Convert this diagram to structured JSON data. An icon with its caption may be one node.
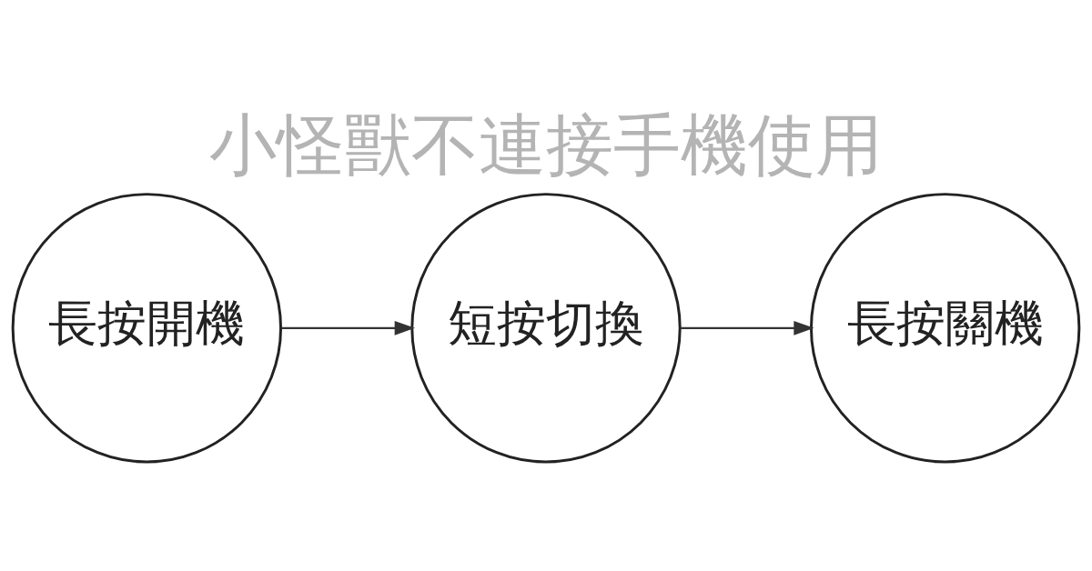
{
  "diagram": {
    "title": "小怪獸不連接手機使用",
    "nodes": [
      {
        "text": [
          "長按開機"
        ]
      },
      {
        "text": [
          "短按切換"
        ]
      },
      {
        "text": [
          "長按關機"
        ]
      }
    ],
    "edges": [
      {
        "from": 0,
        "to": 1,
        "arrow": "to"
      },
      {
        "from": 1,
        "to": 2,
        "arrow": "to"
      }
    ]
  }
}
